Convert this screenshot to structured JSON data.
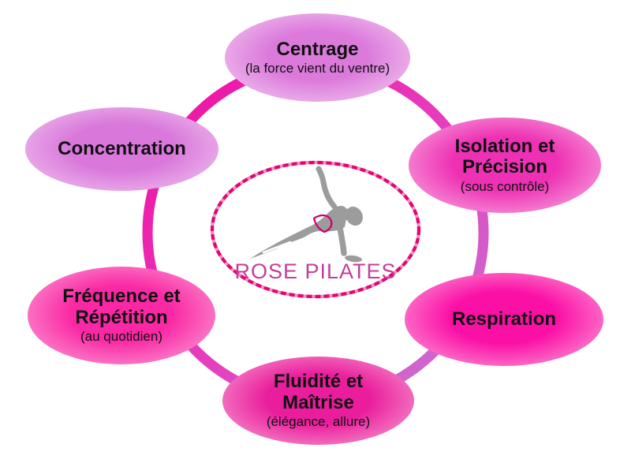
{
  "center": {
    "brand": "ROSE PILATES",
    "figure_icon": "side-plank-silhouette"
  },
  "principles": [
    {
      "title": "Centrage",
      "subtitle": "(la force vient du ventre)",
      "fill_center": "#DC7ADC",
      "fill_edge": "#F3CEF1"
    },
    {
      "title": "Isolation et Précision",
      "subtitle": "(sous contrôle)",
      "fill_center": "#EE31B4",
      "fill_edge": "#F9B4E4"
    },
    {
      "title": "Respiration",
      "subtitle": "",
      "fill_center": "#FB10A6",
      "fill_edge": "#FCA9DD"
    },
    {
      "title": "Fluidité et Maîtrise",
      "subtitle": "(élégance, allure)",
      "fill_center": "#EA1D9C",
      "fill_edge": "#F8A8D6"
    },
    {
      "title": "Fréquence et Répétition",
      "subtitle": "(au quotidien)",
      "fill_center": "#FA28A4",
      "fill_edge": "#FCA9DB"
    },
    {
      "title": "Concentration",
      "subtitle": "",
      "fill_center": "#D977DB",
      "fill_edge": "#F1C7EF"
    }
  ],
  "colors": {
    "background": "#FFFFFF",
    "label_text": "#111111",
    "ring_start": "#F00CA0",
    "ring_mid": "#E73BBC",
    "ring_end": "#C476D4",
    "emblem_border": "#E20574",
    "emblem_border_light": "#F48FBE",
    "brand_text": "#C33E9B",
    "figure": "#9C9C9C",
    "bikini": "#D2006F"
  }
}
